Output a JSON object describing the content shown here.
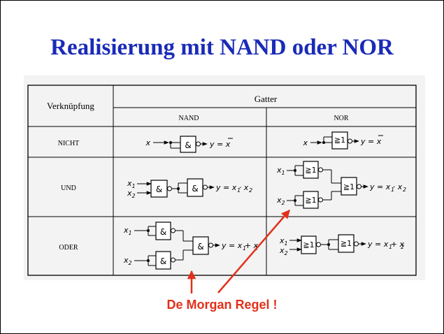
{
  "slide": {
    "title": "Realisierung mit NAND oder NOR",
    "annotation": "De Morgan Regel !"
  },
  "table": {
    "col_header": "Verknüpfung",
    "gatter_header": "Gatter",
    "nand_header": "NAND",
    "nor_header": "NOR",
    "rows": [
      {
        "label": "NICHT"
      },
      {
        "label": "UND"
      },
      {
        "label": "ODER"
      }
    ]
  },
  "gates": {
    "nand_symbol": "&",
    "nor_symbol": "≧1",
    "x": "x",
    "x1": "x",
    "x2": "x",
    "sub1": "1",
    "sub2": "2",
    "not_out": "y = x",
    "and_out": "y = x  · x",
    "or_out": "y = x  + x"
  },
  "colors": {
    "title": "#1a2bb8",
    "annotation": "#e2301a",
    "arrow": "#e2301a",
    "ink": "#000000",
    "scan_bg": "#f3f3f3"
  }
}
